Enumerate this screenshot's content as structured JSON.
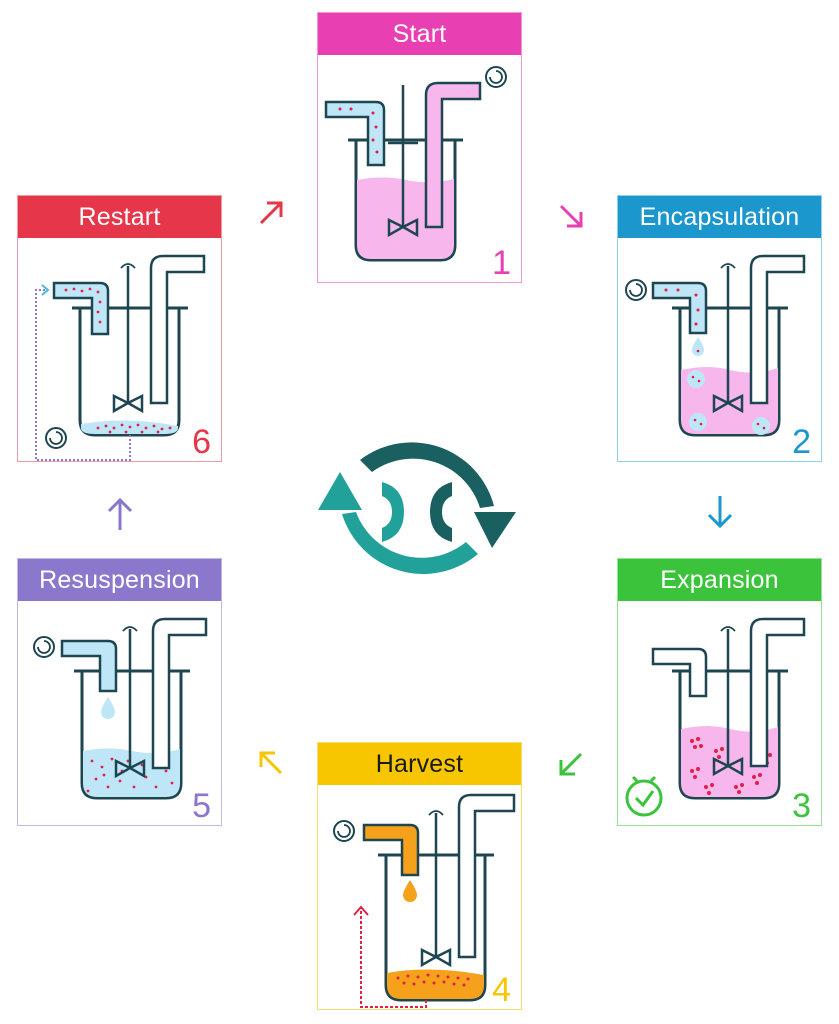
{
  "steps": [
    {
      "id": "start",
      "label": "Start",
      "number": "1",
      "color": "#e83fb3",
      "border": "#f099cf"
    },
    {
      "id": "encapsulation",
      "label": "Encapsulation",
      "number": "2",
      "color": "#1b97cd",
      "border": "#8fd0ec"
    },
    {
      "id": "expansion",
      "label": "Expansion",
      "number": "3",
      "color": "#3cc33c",
      "border": "#96e096"
    },
    {
      "id": "harvest",
      "label": "Harvest",
      "number": "4",
      "color": "#f7c600",
      "border": "#f7de70",
      "label_color": "#1a1a1a"
    },
    {
      "id": "resuspension",
      "label": "Resuspension",
      "number": "5",
      "color": "#8b77cc",
      "border": "#c2b8e6"
    },
    {
      "id": "restart",
      "label": "Restart",
      "number": "6",
      "color": "#e6374a",
      "border": "#f09aa3"
    }
  ],
  "colors": {
    "vessel": "#1e4650",
    "pink_liquid": "#f7b6ec",
    "blue_liquid": "#bfe6f7",
    "orange_liquid": "#f6a11c",
    "cells": "#e21f45",
    "cycle_dark": "#1b6060",
    "cycle_light": "#22a19a"
  },
  "icons": {
    "rotation": "rotation-icon",
    "clock": "clock-icon",
    "droplet": "droplet-icon",
    "cycle": "cycle-arrows-icon"
  }
}
